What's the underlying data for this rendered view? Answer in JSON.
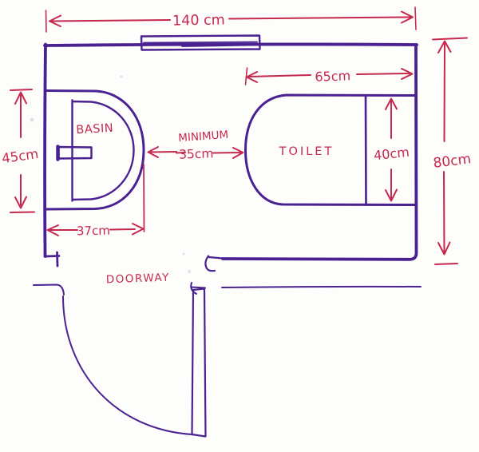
{
  "diagram": {
    "type": "hand-drawn bathroom floor plan",
    "colors": {
      "ink": "#4a2191",
      "dimension_red": "#c5294d",
      "paper": "#fdfdfb"
    }
  },
  "labels": {
    "room_width": "140 cm",
    "room_depth": "80cm",
    "toilet_length": "65cm",
    "toilet_width": "40cm",
    "basin_depth": "45cm",
    "basin_width": "37cm",
    "clearance_word": "MINIMUM",
    "clearance_value": "35cm",
    "basin": "BASIN",
    "toilet": "TOILET",
    "doorway": "DOORWAY"
  }
}
